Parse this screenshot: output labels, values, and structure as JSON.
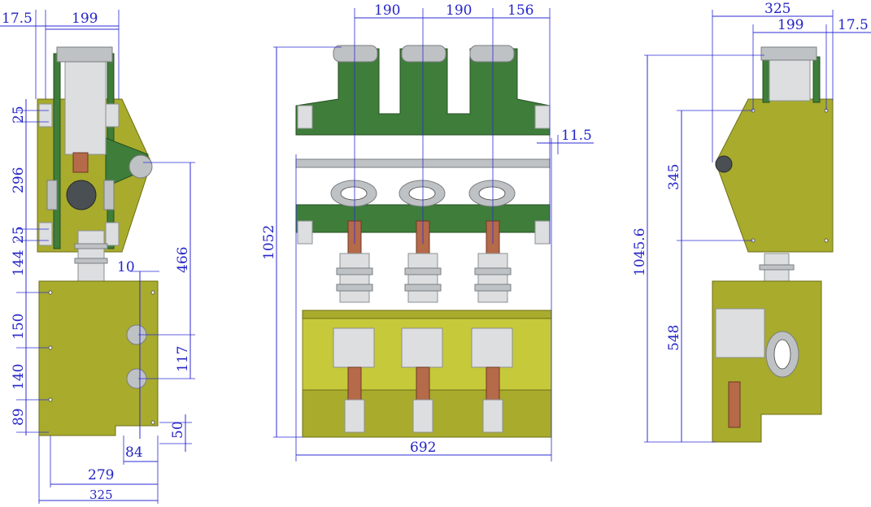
{
  "drawing": {
    "left_view": {
      "dims": {
        "top_17_5": "17.5",
        "top_199": "199",
        "v_25_a": "25",
        "v_296": "296",
        "v_25_b": "25",
        "v_144": "144",
        "v_150": "150",
        "v_140": "140",
        "v_89": "89",
        "r_466": "466",
        "r_10": "10",
        "r_117": "117",
        "r_50": "50",
        "b_84": "84",
        "b_279": "279",
        "b_325": "325"
      }
    },
    "front_view": {
      "dims": {
        "top_190_a": "190",
        "top_190_b": "190",
        "top_156": "156",
        "right_11_5": "11.5",
        "left_1052": "1052",
        "bottom_692": "692"
      }
    },
    "right_view": {
      "dims": {
        "top_325": "325",
        "top_199": "199",
        "top_17_5": "17.5",
        "left_1045_6": "1045.6",
        "v_345": "345",
        "v_548": "548"
      }
    }
  },
  "colors": {
    "dimension": "#2b2bd6",
    "panel_olive": "#a8ab2c",
    "frame_green": "#3f7d3a",
    "insulator_grey": "#bfc2c4",
    "contact_copper": "#b56a4a"
  }
}
